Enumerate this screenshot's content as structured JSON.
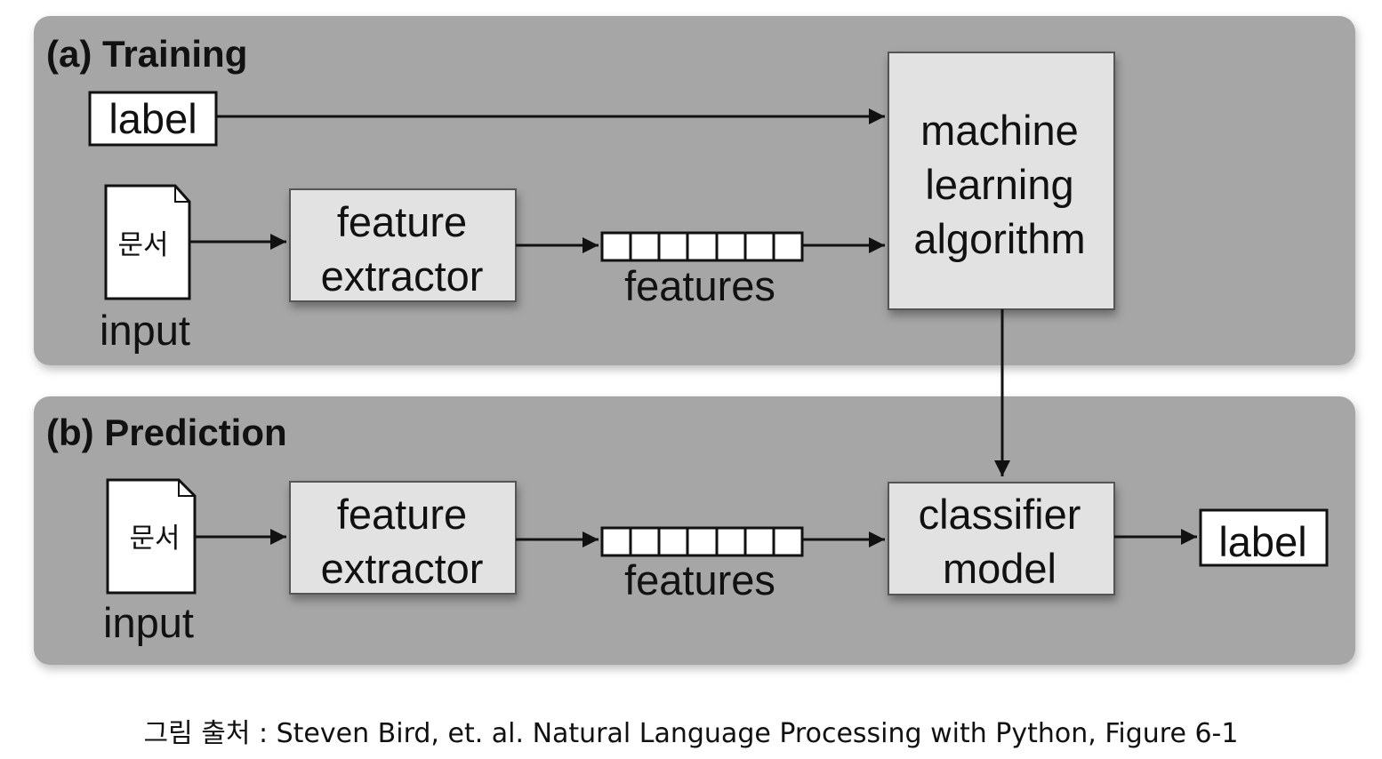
{
  "training": {
    "title": "(a) Training",
    "label": "label",
    "document_text": "문서",
    "input_label": "input",
    "extractor_line1": "feature",
    "extractor_line2": "extractor",
    "features_label": "features",
    "algorithm_line1": "machine",
    "algorithm_line2": "learning",
    "algorithm_line3": "algorithm"
  },
  "prediction": {
    "title": "(b) Prediction",
    "document_text": "문서",
    "input_label": "input",
    "extractor_line1": "feature",
    "extractor_line2": "extractor",
    "features_label": "features",
    "model_line1": "classifier",
    "model_line2": "model",
    "output_label": "label"
  },
  "caption": "그림 출처 : Steven Bird, et. al. Natural Language Processing with Python, Figure 6-1",
  "colors": {
    "panel": "#a6a6a6",
    "box": "#e2e2e2",
    "label_box": "#ffffff",
    "stroke": "#111111"
  }
}
